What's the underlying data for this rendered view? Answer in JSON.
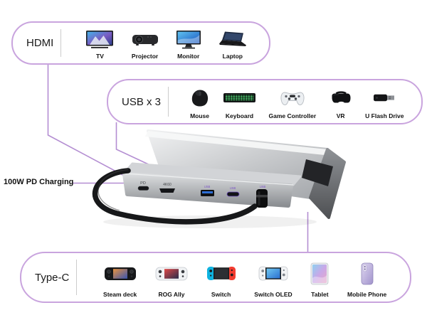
{
  "colors": {
    "bubble_border": "#c9a4de",
    "connector_line": "#b48ed2",
    "accent_purple": "#7e57c8"
  },
  "hdmi_group": {
    "label": "HDMI",
    "items": [
      {
        "label": "TV",
        "icon": "tv-icon"
      },
      {
        "label": "Projector",
        "icon": "projector-icon"
      },
      {
        "label": "Monitor",
        "icon": "monitor-icon"
      },
      {
        "label": "Laptop",
        "icon": "laptop-icon"
      }
    ]
  },
  "usb_group": {
    "label": "USB x 3",
    "items": [
      {
        "label": "Mouse",
        "icon": "mouse-icon"
      },
      {
        "label": "Keyboard",
        "icon": "keyboard-icon"
      },
      {
        "label": "Game Controller",
        "icon": "game-controller-icon"
      },
      {
        "label": "VR",
        "icon": "vr-headset-icon"
      },
      {
        "label": "U Flash Drive",
        "icon": "usb-flash-drive-icon"
      }
    ]
  },
  "typec_group": {
    "label": "Type-C",
    "items": [
      {
        "label": "Steam deck",
        "icon": "steam-deck-icon"
      },
      {
        "label": "ROG Ally",
        "icon": "rog-ally-icon"
      },
      {
        "label": "Switch",
        "icon": "switch-icon"
      },
      {
        "label": "Switch OLED",
        "icon": "switch-oled-icon"
      },
      {
        "label": "Tablet",
        "icon": "tablet-icon"
      },
      {
        "label": "Mobile Phone",
        "icon": "mobile-phone-icon"
      }
    ]
  },
  "annotations": {
    "pd_charging": "100W PD Charging"
  },
  "dock": {
    "pd_port_label": "PD",
    "hdmi_port_label": "4K60",
    "usb_port_label": "USB"
  }
}
